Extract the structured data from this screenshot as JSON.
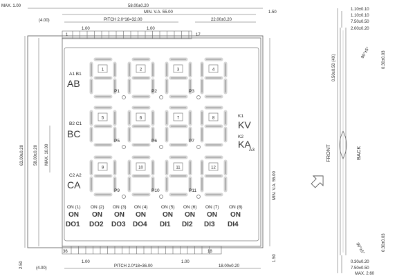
{
  "dims": {
    "max_top": "MAX. 1.00",
    "width_58": "58.00±0.20",
    "va_55": "MIN. V.A. 55.00",
    "d1_50_top": "1.50",
    "d4_00_top": "(4.00)",
    "pitch_top": "PITCH 2.0*16=32.00",
    "d22": "22.00±0.20",
    "d1_00_top_a": "1.00",
    "d1_00_top_b": "1.00",
    "pin1": "1",
    "pin17": "17",
    "pin36": "36",
    "pin18": "18",
    "height_63": "63.00±0.20",
    "height_58": "58.00±0.20",
    "max_10": "MAX. 10.00",
    "va_55_v": "MIN. V.A. 55.00",
    "d2_50": "2.50",
    "d1_50_bot": "1.50",
    "d4_00_bot": "(4.00)",
    "d1_00_bot_a": "1.00",
    "d1_00_bot_b": "1.00",
    "pitch_bot": "PITCH 2.0*18=36.00",
    "d18": "18.00±0.20"
  },
  "side": {
    "t1": "1.10±0.10",
    "t2": "1.10±0.10",
    "t3": "7.50±0.50",
    "t4": "2.00±0.20",
    "b1": "0.30±0.20",
    "b2": "7.50±0.50",
    "b3": "MAX. 2.60",
    "angle_top": "90°±5°",
    "angle_bot": "90°±5°",
    "pitch4x": "0.50±0.50 (4X)",
    "offset_top": "0.30±0.03",
    "offset_bot": "0.30±0.03",
    "front": "FRONT",
    "back": "BACK"
  },
  "lcd": {
    "ab": "AB",
    "a1b1": "A1 B1",
    "bc": "BC",
    "b2c1": "B2 C1",
    "ca": "CA",
    "c2a2": "C2 A2",
    "kv": "KV",
    "k1": "K1",
    "ka": "KA",
    "k2": "K2",
    "a3": "A3",
    "digits": [
      "1",
      "2",
      "3",
      "4",
      "5",
      "6",
      "7",
      "8",
      "9",
      "10",
      "11",
      "12"
    ],
    "points": [
      "P1",
      "P2",
      "P3",
      "P5",
      "P6",
      "P7",
      "P9",
      "P10",
      "P11"
    ],
    "on_small": [
      "ON (1)",
      "ON (2)",
      "ON (3)",
      "ON (4)",
      "ON (5)",
      "ON (6)",
      "ON (7)",
      "ON (8)"
    ],
    "on_big": [
      "ON",
      "ON",
      "ON",
      "ON",
      "ON",
      "ON",
      "ON",
      "ON"
    ],
    "outputs": [
      "DO1",
      "DO2",
      "DO3",
      "DO4",
      "DI1",
      "DI2",
      "DI3",
      "DI4"
    ]
  }
}
